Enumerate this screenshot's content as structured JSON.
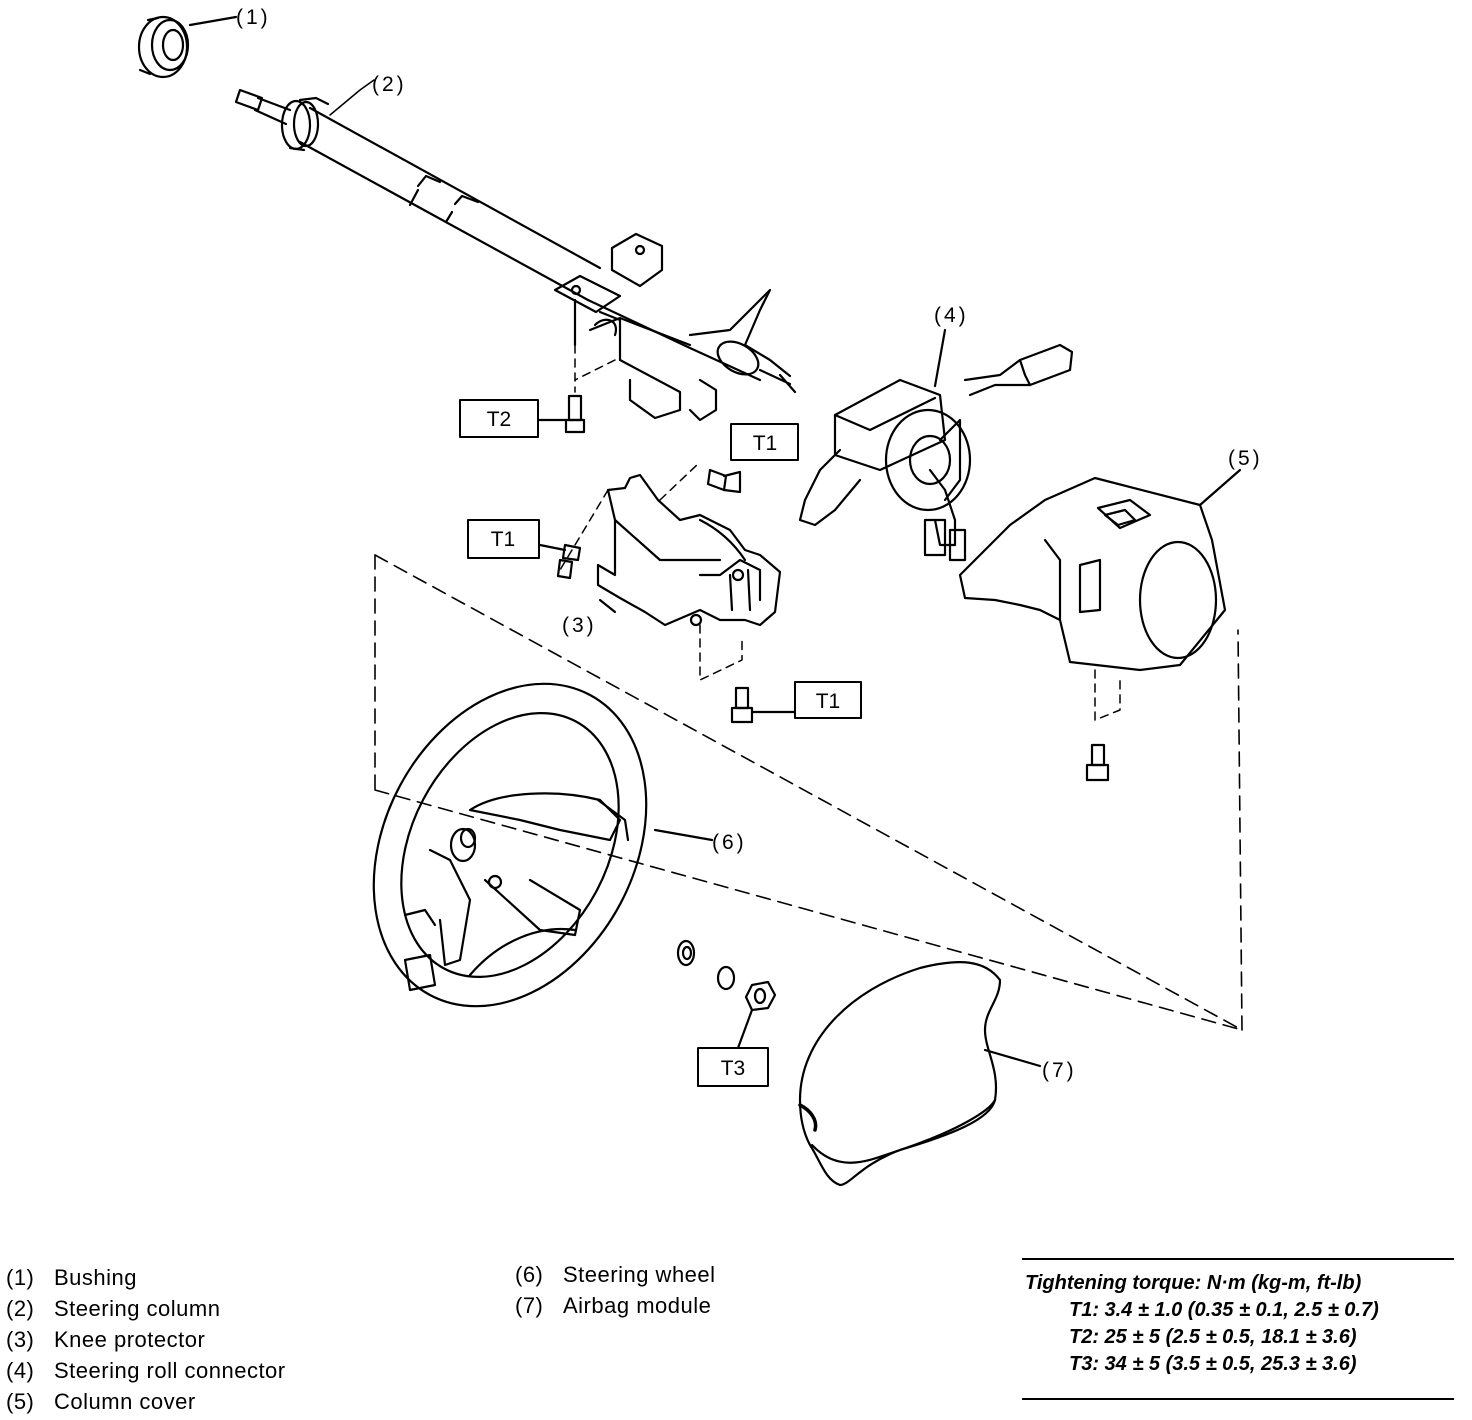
{
  "callouts": {
    "c1": "(1)",
    "c2": "(2)",
    "c3": "(3)",
    "c4": "(4)",
    "c5": "(5)",
    "c6": "(6)",
    "c7": "(7)"
  },
  "torque_tags": {
    "t2": "T2",
    "t1a": "T1",
    "t1b": "T1",
    "t1c": "T1",
    "t3": "T3"
  },
  "legend": {
    "left": [
      {
        "num": "(1)",
        "label": "Bushing"
      },
      {
        "num": "(2)",
        "label": "Steering column"
      },
      {
        "num": "(3)",
        "label": "Knee protector"
      },
      {
        "num": "(4)",
        "label": "Steering roll connector"
      },
      {
        "num": "(5)",
        "label": "Column cover"
      }
    ],
    "middle": [
      {
        "num": "(6)",
        "label": "Steering wheel"
      },
      {
        "num": "(7)",
        "label": "Airbag module"
      }
    ]
  },
  "torque": {
    "title": "Tightening torque: N·m (kg-m, ft-lb)",
    "lines": [
      "T1: 3.4 ± 1.0 (0.35 ± 0.1, 2.5 ± 0.7)",
      "T2: 25 ± 5 (2.5 ± 0.5, 18.1 ± 3.6)",
      "T3: 34 ± 5 (3.5 ± 0.5, 25.3 ± 3.6)"
    ]
  }
}
